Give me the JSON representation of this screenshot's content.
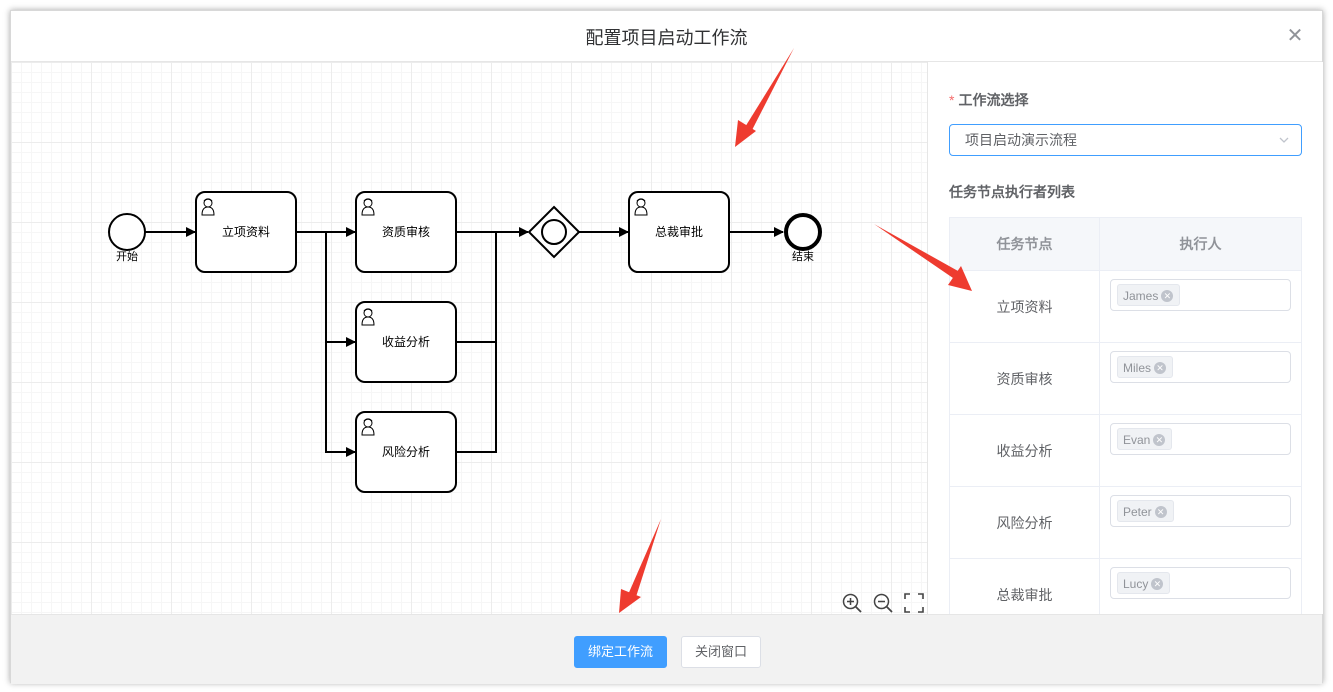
{
  "dialog": {
    "title": "配置项目启动工作流",
    "close_icon": "close-icon"
  },
  "diagram": {
    "start_label": "开始",
    "end_label": "结束",
    "tasks": [
      "立项资料",
      "资质审核",
      "收益分析",
      "风险分析",
      "总裁审批"
    ],
    "task_icon": "user-icon",
    "gateway": "parallel-gateway"
  },
  "zoom_tools": [
    "zoom-in-icon",
    "zoom-out-icon",
    "fit-screen-icon"
  ],
  "side": {
    "workflow_label": "工作流选择",
    "required_mark": "*",
    "workflow_value": "项目启动演示流程",
    "list_title": "任务节点执行者列表",
    "columns": [
      "任务节点",
      "执行人"
    ],
    "rows": [
      {
        "node": "立项资料",
        "assignee": "James"
      },
      {
        "node": "资质审核",
        "assignee": "Miles"
      },
      {
        "node": "收益分析",
        "assignee": "Evan"
      },
      {
        "node": "风险分析",
        "assignee": "Peter"
      },
      {
        "node": "总裁审批",
        "assignee": "Lucy"
      }
    ]
  },
  "footer": {
    "bind_label": "绑定工作流",
    "close_label": "关闭窗口"
  },
  "colors": {
    "primary": "#409eff",
    "annotation_arrow": "#ee3b2f"
  }
}
